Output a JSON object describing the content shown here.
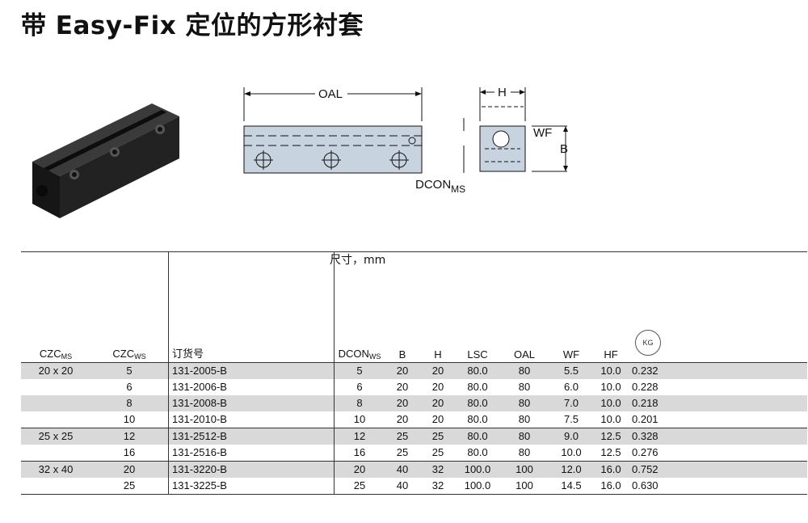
{
  "page": {
    "title": "带 Easy-Fix 定位的方形衬套"
  },
  "drawing": {
    "label_oal": "OAL",
    "label_h": "H",
    "label_wf": "WF",
    "label_b": "B",
    "label_dcon": "DCON",
    "label_dcon_sub": "MS"
  },
  "table": {
    "dims_label": "尺寸，mm",
    "headers": {
      "czc_ms": "CZC",
      "czc_ms_sub": "MS",
      "czc_ws": "CZC",
      "czc_ws_sub": "WS",
      "order": "订货号",
      "dcon": "DCON",
      "dcon_sub": "WS",
      "b": "B",
      "h": "H",
      "lsc": "LSC",
      "oal": "OAL",
      "wf": "WF",
      "hf": "HF",
      "kg_icon": "KG"
    },
    "rows": [
      {
        "czc_ms": "20 x 20",
        "czc_ws": "5",
        "order": "131-2005-B",
        "dcon": "5",
        "b": "20",
        "h": "20",
        "lsc": "80.0",
        "oal": "80",
        "wf": "5.5",
        "hf": "10.0",
        "kg": "0.232"
      },
      {
        "czc_ms": "",
        "czc_ws": "6",
        "order": "131-2006-B",
        "dcon": "6",
        "b": "20",
        "h": "20",
        "lsc": "80.0",
        "oal": "80",
        "wf": "6.0",
        "hf": "10.0",
        "kg": "0.228"
      },
      {
        "czc_ms": "",
        "czc_ws": "8",
        "order": "131-2008-B",
        "dcon": "8",
        "b": "20",
        "h": "20",
        "lsc": "80.0",
        "oal": "80",
        "wf": "7.0",
        "hf": "10.0",
        "kg": "0.218"
      },
      {
        "czc_ms": "",
        "czc_ws": "10",
        "order": "131-2010-B",
        "dcon": "10",
        "b": "20",
        "h": "20",
        "lsc": "80.0",
        "oal": "80",
        "wf": "7.5",
        "hf": "10.0",
        "kg": "0.201"
      },
      {
        "czc_ms": "25 x 25",
        "czc_ws": "12",
        "order": "131-2512-B",
        "dcon": "12",
        "b": "25",
        "h": "25",
        "lsc": "80.0",
        "oal": "80",
        "wf": "9.0",
        "hf": "12.5",
        "kg": "0.328"
      },
      {
        "czc_ms": "",
        "czc_ws": "16",
        "order": "131-2516-B",
        "dcon": "16",
        "b": "25",
        "h": "25",
        "lsc": "80.0",
        "oal": "80",
        "wf": "10.0",
        "hf": "12.5",
        "kg": "0.276"
      },
      {
        "czc_ms": "32 x 40",
        "czc_ws": "20",
        "order": "131-3220-B",
        "dcon": "20",
        "b": "40",
        "h": "32",
        "lsc": "100.0",
        "oal": "100",
        "wf": "12.0",
        "hf": "16.0",
        "kg": "0.752"
      },
      {
        "czc_ms": "",
        "czc_ws": "25",
        "order": "131-3225-B",
        "dcon": "25",
        "b": "40",
        "h": "32",
        "lsc": "100.0",
        "oal": "100",
        "wf": "14.5",
        "hf": "16.0",
        "kg": "0.630"
      }
    ]
  },
  "colors": {
    "shade": "#d9d9d9",
    "drawing_fill": "#c8d3e0",
    "product_dark": "#1c1c1c"
  }
}
